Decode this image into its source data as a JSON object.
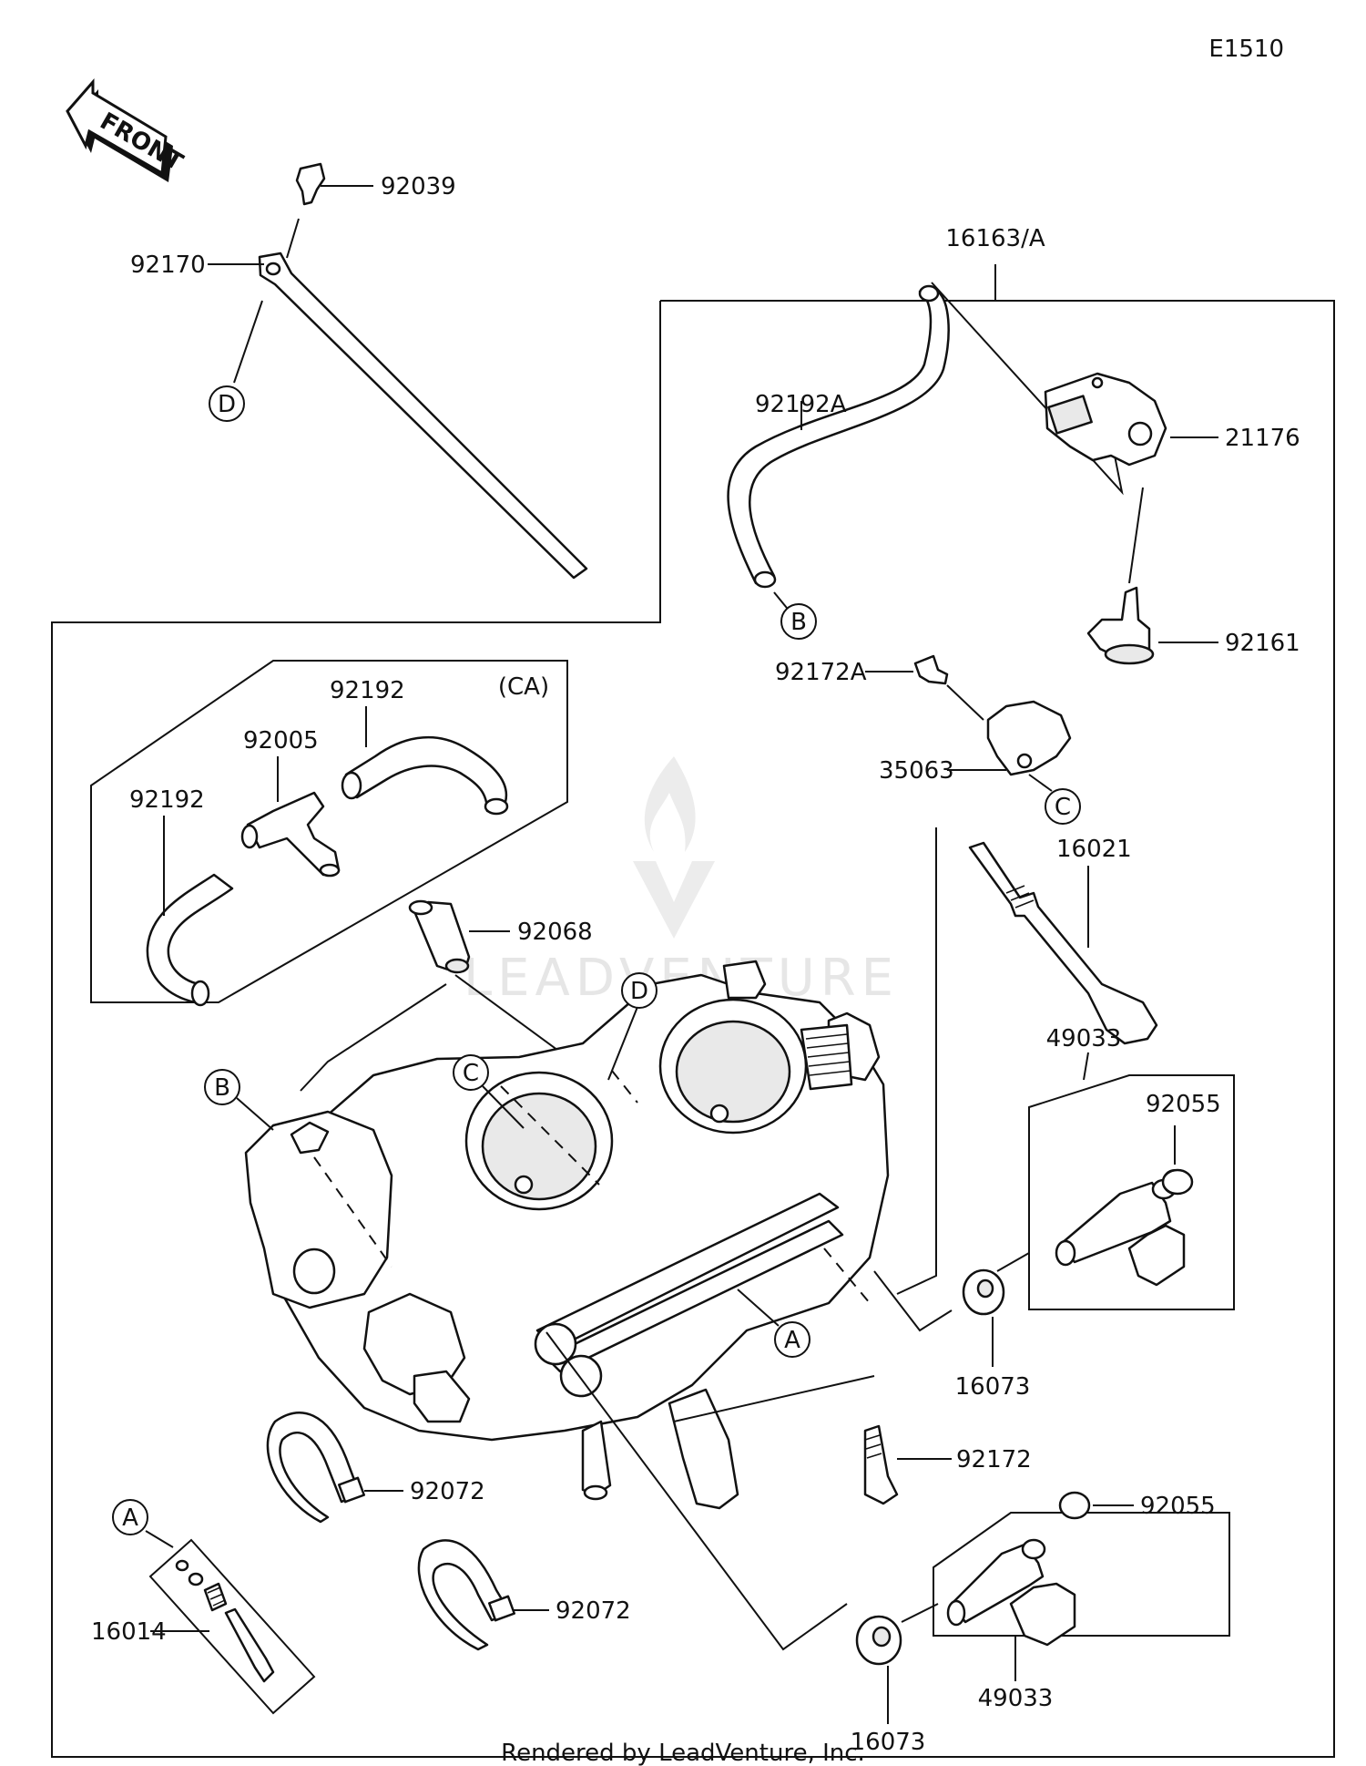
{
  "diagram_code": "E1510",
  "front_arrow_text": "FRONT",
  "group_note": "(CA)",
  "watermark": "LEADVENTURE",
  "footer": "Rendered by LeadVenture, Inc.",
  "parts": {
    "p92039": "92039",
    "p92170": "92170",
    "p16163A": "16163/A",
    "p92192A": "92192A",
    "p21176": "21176",
    "p92161": "92161",
    "p92172A": "92172A",
    "p35063": "35063",
    "p16021": "16021",
    "p92192_top": "92192",
    "p92005": "92005",
    "p92192_left": "92192",
    "p92068": "92068",
    "p49033_top": "49033",
    "p92055_top": "92055",
    "p16073_top": "16073",
    "p92172": "92172",
    "p92072_a": "92072",
    "p92072_b": "92072",
    "p16014": "16014",
    "p92055_bottom": "92055",
    "p49033_bottom": "49033",
    "p16073_bottom": "16073"
  },
  "refs": {
    "d_strap": "D",
    "b_hose": "B",
    "c_bracket": "C",
    "d_body": "D",
    "b_body": "B",
    "c_body": "C",
    "a_body": "A",
    "a_screw": "A"
  }
}
